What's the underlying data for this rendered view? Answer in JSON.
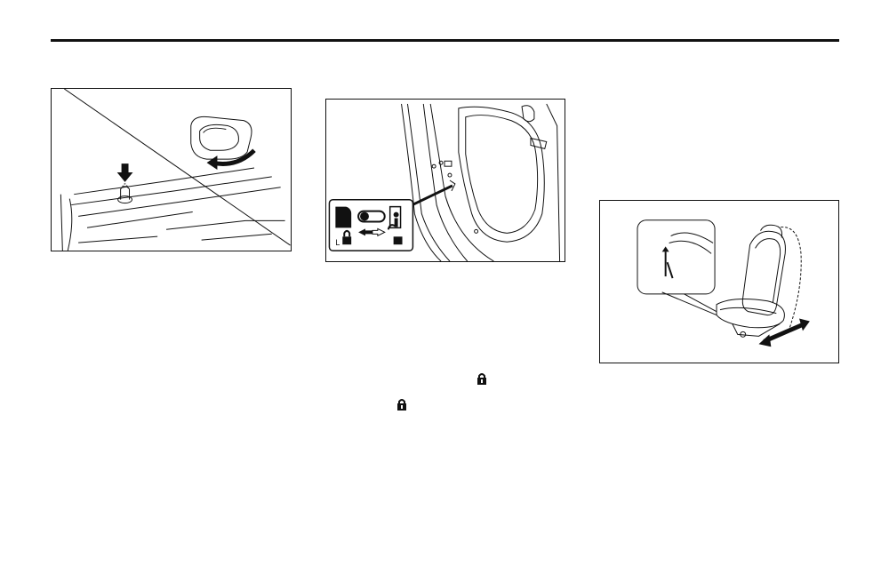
{
  "page": {
    "header_rule": true
  },
  "figures": [
    {
      "name": "door-lock-knob-illustration",
      "icon": "lock-knob-press-icon"
    },
    {
      "name": "child-lock-illustration",
      "icon": "child-safety-lock-icon",
      "label_left": "L"
    },
    {
      "name": "seat-adjust-illustration",
      "icon": "seat-slide-icon"
    }
  ],
  "inline_icons": [
    "padlock-icon",
    "padlock-icon"
  ],
  "colors": {
    "ink": "#111111",
    "paper": "#ffffff"
  }
}
